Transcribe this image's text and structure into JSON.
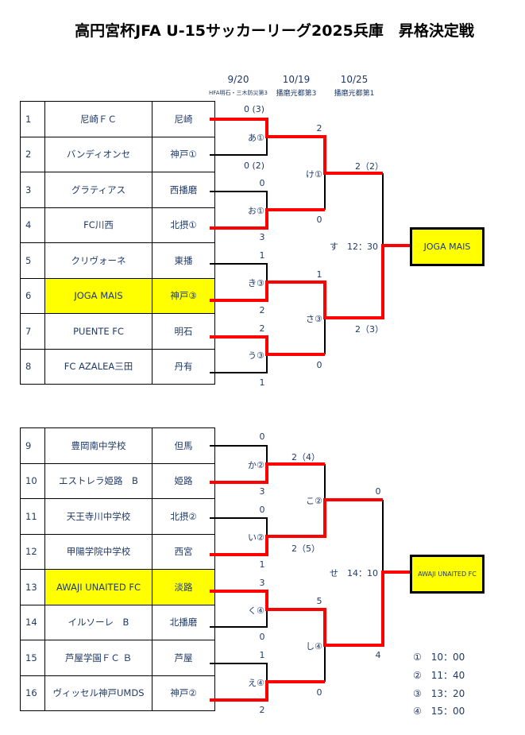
{
  "title": "高円宮杯JFA U-15サッカーリーグ2025兵庫　昇格決定戦",
  "dates": [
    {
      "date": "9/20",
      "venue": "HFA明石・三木防災第3"
    },
    {
      "date": "10/19",
      "venue": "播磨光都第3"
    },
    {
      "date": "10/25",
      "venue": "播磨光都第1"
    }
  ],
  "block1": {
    "rows": [
      {
        "no": "1",
        "team": "尼崎ＦＣ",
        "area": "尼崎"
      },
      {
        "no": "2",
        "team": "バンディオンセ",
        "area": "神戸①"
      },
      {
        "no": "3",
        "team": "グラティアス",
        "area": "西播磨"
      },
      {
        "no": "4",
        "team": "FC川西",
        "area": "北摂①"
      },
      {
        "no": "5",
        "team": "クリヴォーネ",
        "area": "東播"
      },
      {
        "no": "6",
        "team": "JOGA MAIS",
        "area": "神戸③"
      },
      {
        "no": "7",
        "team": "PUENTE FC",
        "area": "明石"
      },
      {
        "no": "8",
        "team": "FC AZALEA三田",
        "area": "丹有"
      }
    ],
    "matches": {
      "a": "あ①",
      "o": "お①",
      "ki": "き③",
      "u": "う③",
      "ke": "け①",
      "sa": "さ③",
      "su": "す　12：30"
    },
    "scores": {
      "r1": "0 (3)",
      "r2": "0 (2)",
      "r3": "0",
      "r4": "3",
      "r5": "1",
      "r6": "2",
      "r7": "2",
      "r8": "1",
      "ke_top": "2",
      "ke_bot": "0",
      "sa_top": "1",
      "sa_bot": "0",
      "su_top": "2（2）",
      "su_bot": "2（3）"
    },
    "winner": "JOGA MAIS"
  },
  "block2": {
    "rows": [
      {
        "no": "9",
        "team": "豊岡南中学校",
        "area": "但馬"
      },
      {
        "no": "10",
        "team": "エストレラ姫路　B",
        "area": "姫路"
      },
      {
        "no": "11",
        "team": "天王寺川中学校",
        "area": "北摂②"
      },
      {
        "no": "12",
        "team": "甲陽学院中学校",
        "area": "西宮"
      },
      {
        "no": "13",
        "team": "AWAJI UNAITED FC",
        "area": "淡路"
      },
      {
        "no": "14",
        "team": "イルソーレ　B",
        "area": "北播磨"
      },
      {
        "no": "15",
        "team": "芦屋学園ＦＣ Ｂ",
        "area": "芦屋"
      },
      {
        "no": "16",
        "team": "ヴィッセル神戸UMDS",
        "area": "神戸②"
      }
    ],
    "matches": {
      "ka": "か②",
      "i": "い②",
      "ku": "く④",
      "e": "え④",
      "ko": "こ②",
      "shi": "し④",
      "se": "せ　14：10"
    },
    "scores": {
      "r9": "0",
      "r10": "3",
      "r11": "0",
      "r12": "1",
      "r13": "3",
      "r14": "0",
      "r15": "1",
      "r16": "2",
      "ko_top": "2（4）",
      "ko_bot": "2（5）",
      "shi_top": "5",
      "shi_bot": "0",
      "se_top": "0",
      "se_bot": "4"
    },
    "winner": "AWAJI UNAITED FC"
  },
  "legend": [
    "①　10：00",
    "②　11：40",
    "③　13：20",
    "④　15：00"
  ],
  "colors": {
    "win_line": "#ff0000",
    "highlight": "#ffff00"
  }
}
